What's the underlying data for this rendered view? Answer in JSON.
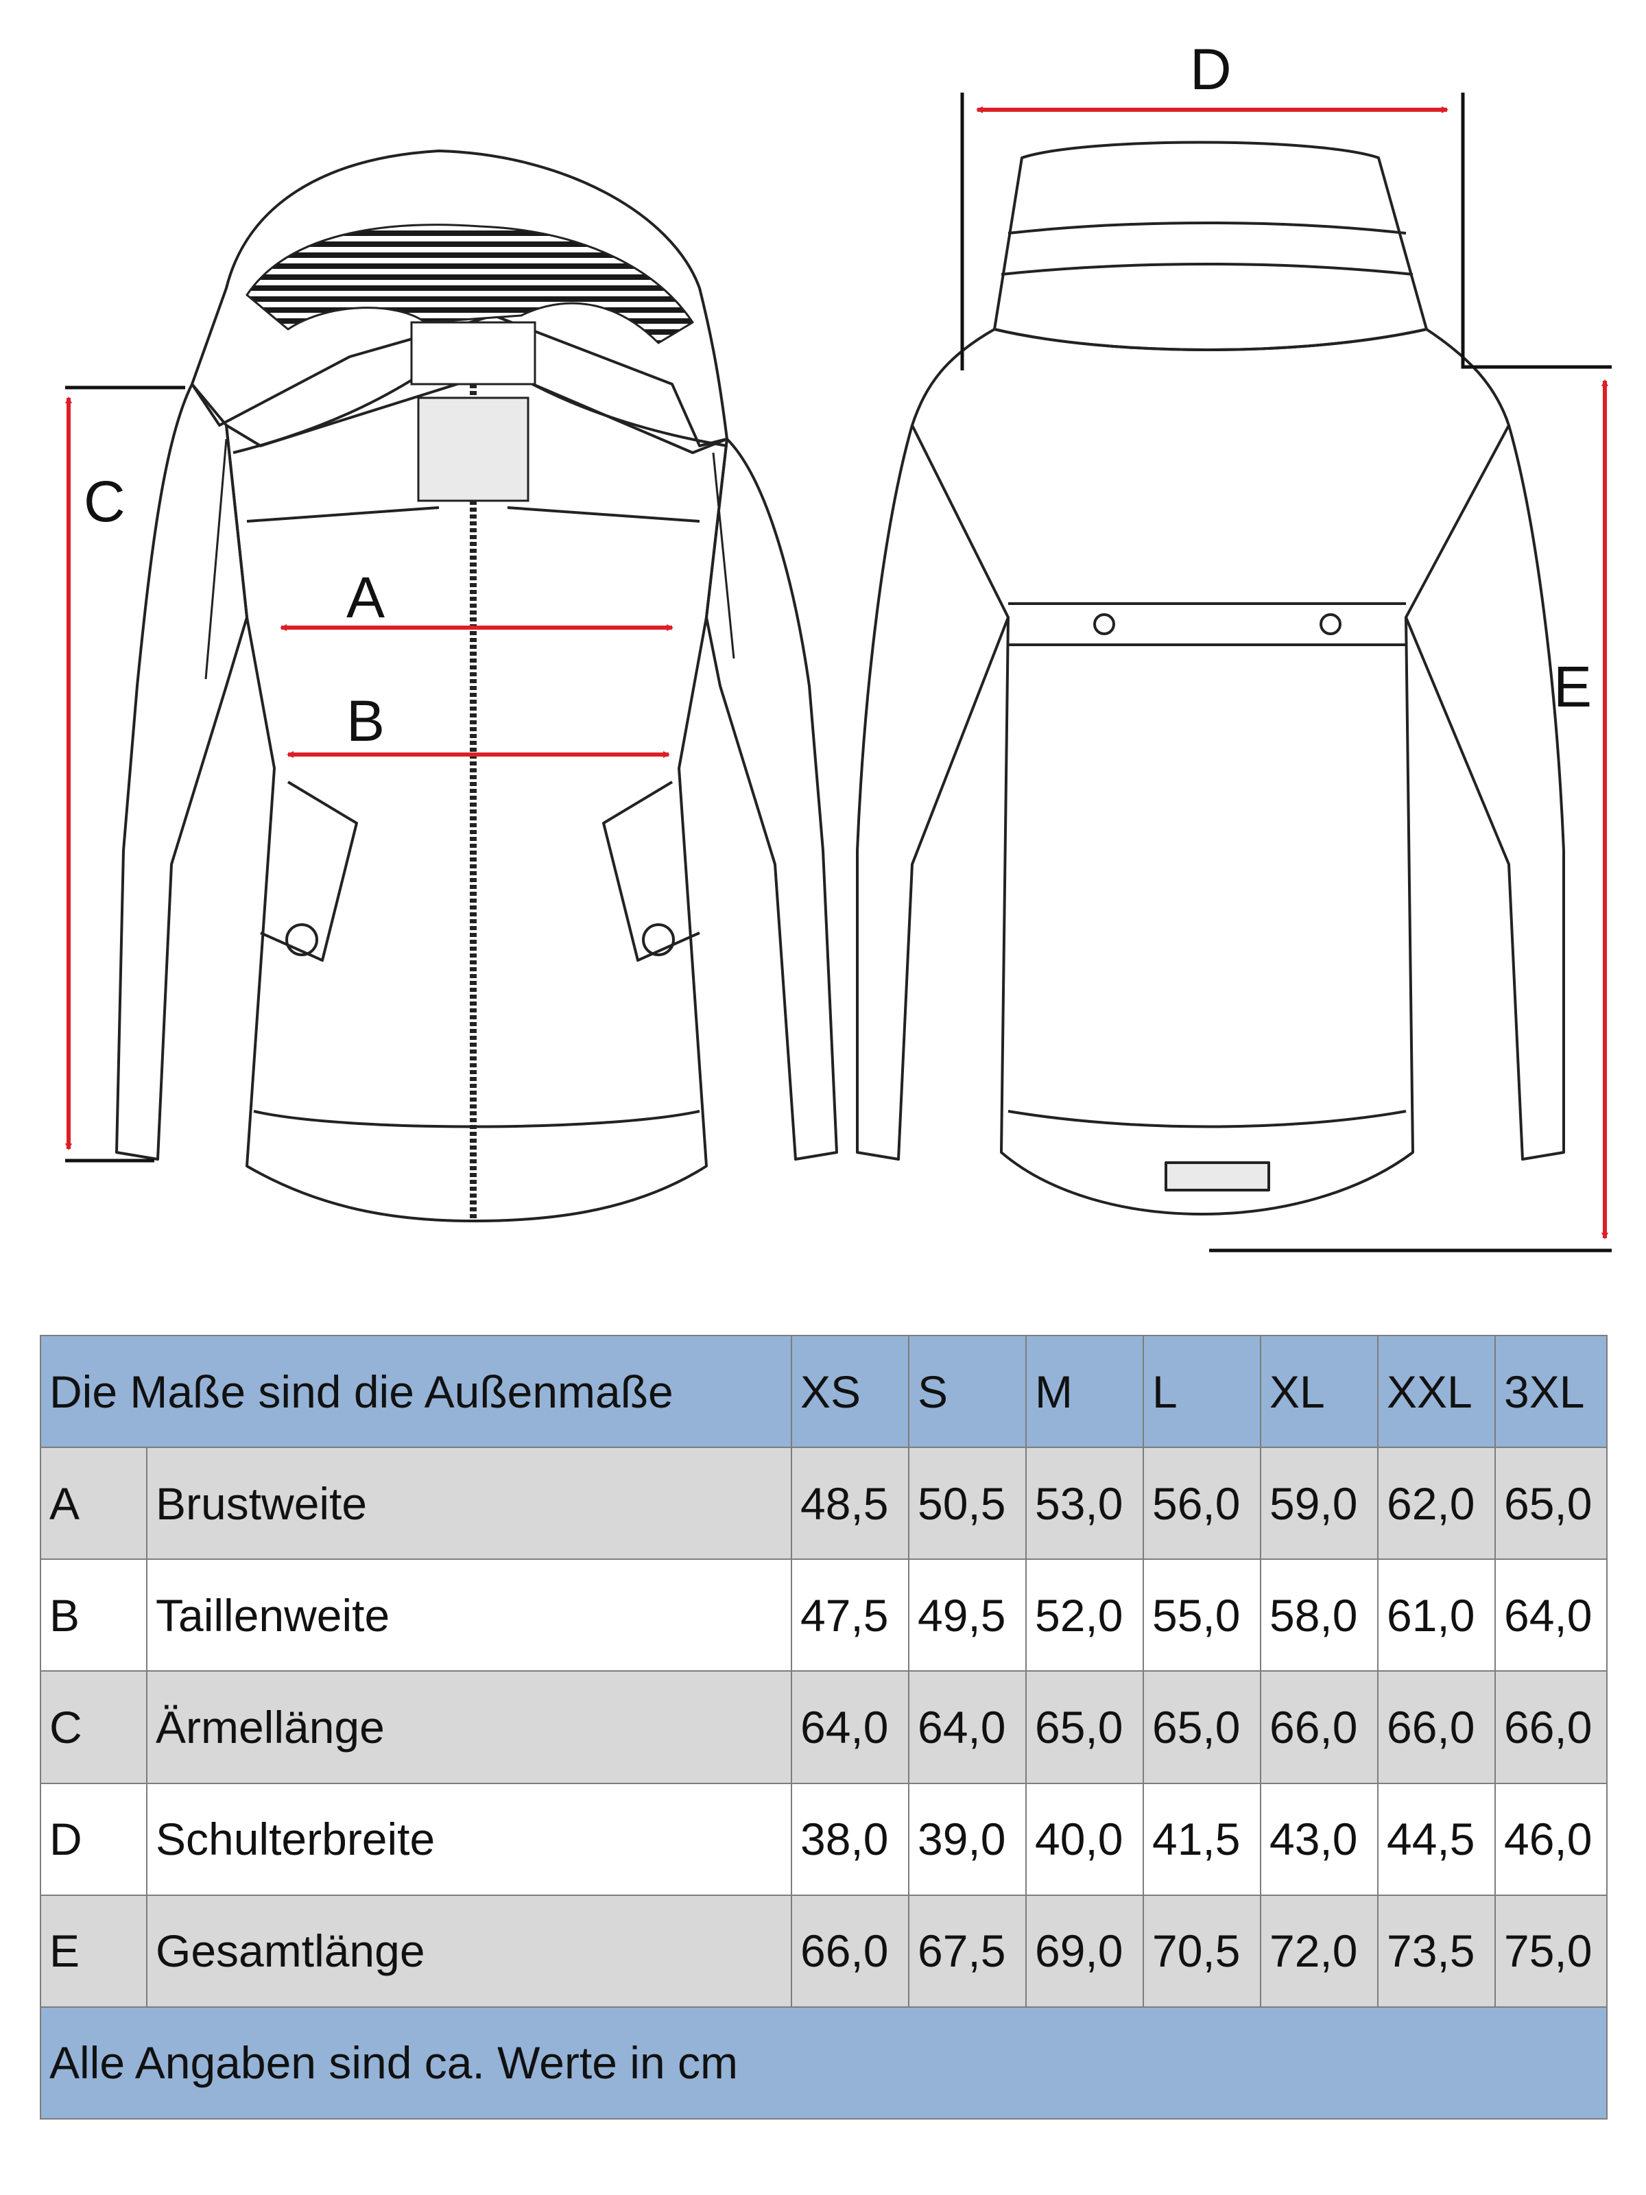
{
  "diagram": {
    "labels": [
      "A",
      "B",
      "C",
      "D",
      "E"
    ],
    "line_color": "#111111",
    "arrow_color": "#dd1f26"
  },
  "table": {
    "header_text": "Die Maße sind die Außenmaße",
    "sizes": [
      "XS",
      "S",
      "M",
      "L",
      "XL",
      "XXL",
      "3XL"
    ],
    "rows": [
      {
        "key": "A",
        "name": "Brustweite",
        "values": [
          "48,5",
          "50,5",
          "53,0",
          "56,0",
          "59,0",
          "62,0",
          "65,0"
        ]
      },
      {
        "key": "B",
        "name": "Taillenweite",
        "values": [
          "47,5",
          "49,5",
          "52,0",
          "55,0",
          "58,0",
          "61,0",
          "64,0"
        ]
      },
      {
        "key": "C",
        "name": "Ärmellänge",
        "values": [
          "64,0",
          "64,0",
          "65,0",
          "65,0",
          "66,0",
          "66,0",
          "66,0"
        ]
      },
      {
        "key": "D",
        "name": "Schulterbreite",
        "values": [
          "38,0",
          "39,0",
          "40,0",
          "41,5",
          "43,0",
          "44,5",
          "46,0"
        ]
      },
      {
        "key": "E",
        "name": "Gesamtlänge",
        "values": [
          "66,0",
          "67,5",
          "69,0",
          "70,5",
          "72,0",
          "73,5",
          "75,0"
        ]
      }
    ],
    "footer_text": "Alle Angaben sind ca. Werte in cm",
    "colors": {
      "header_bg": "#95b3d7",
      "gray_row": "#d8d8d8",
      "white_row": "#ffffff",
      "border": "#7d7d7d"
    }
  }
}
